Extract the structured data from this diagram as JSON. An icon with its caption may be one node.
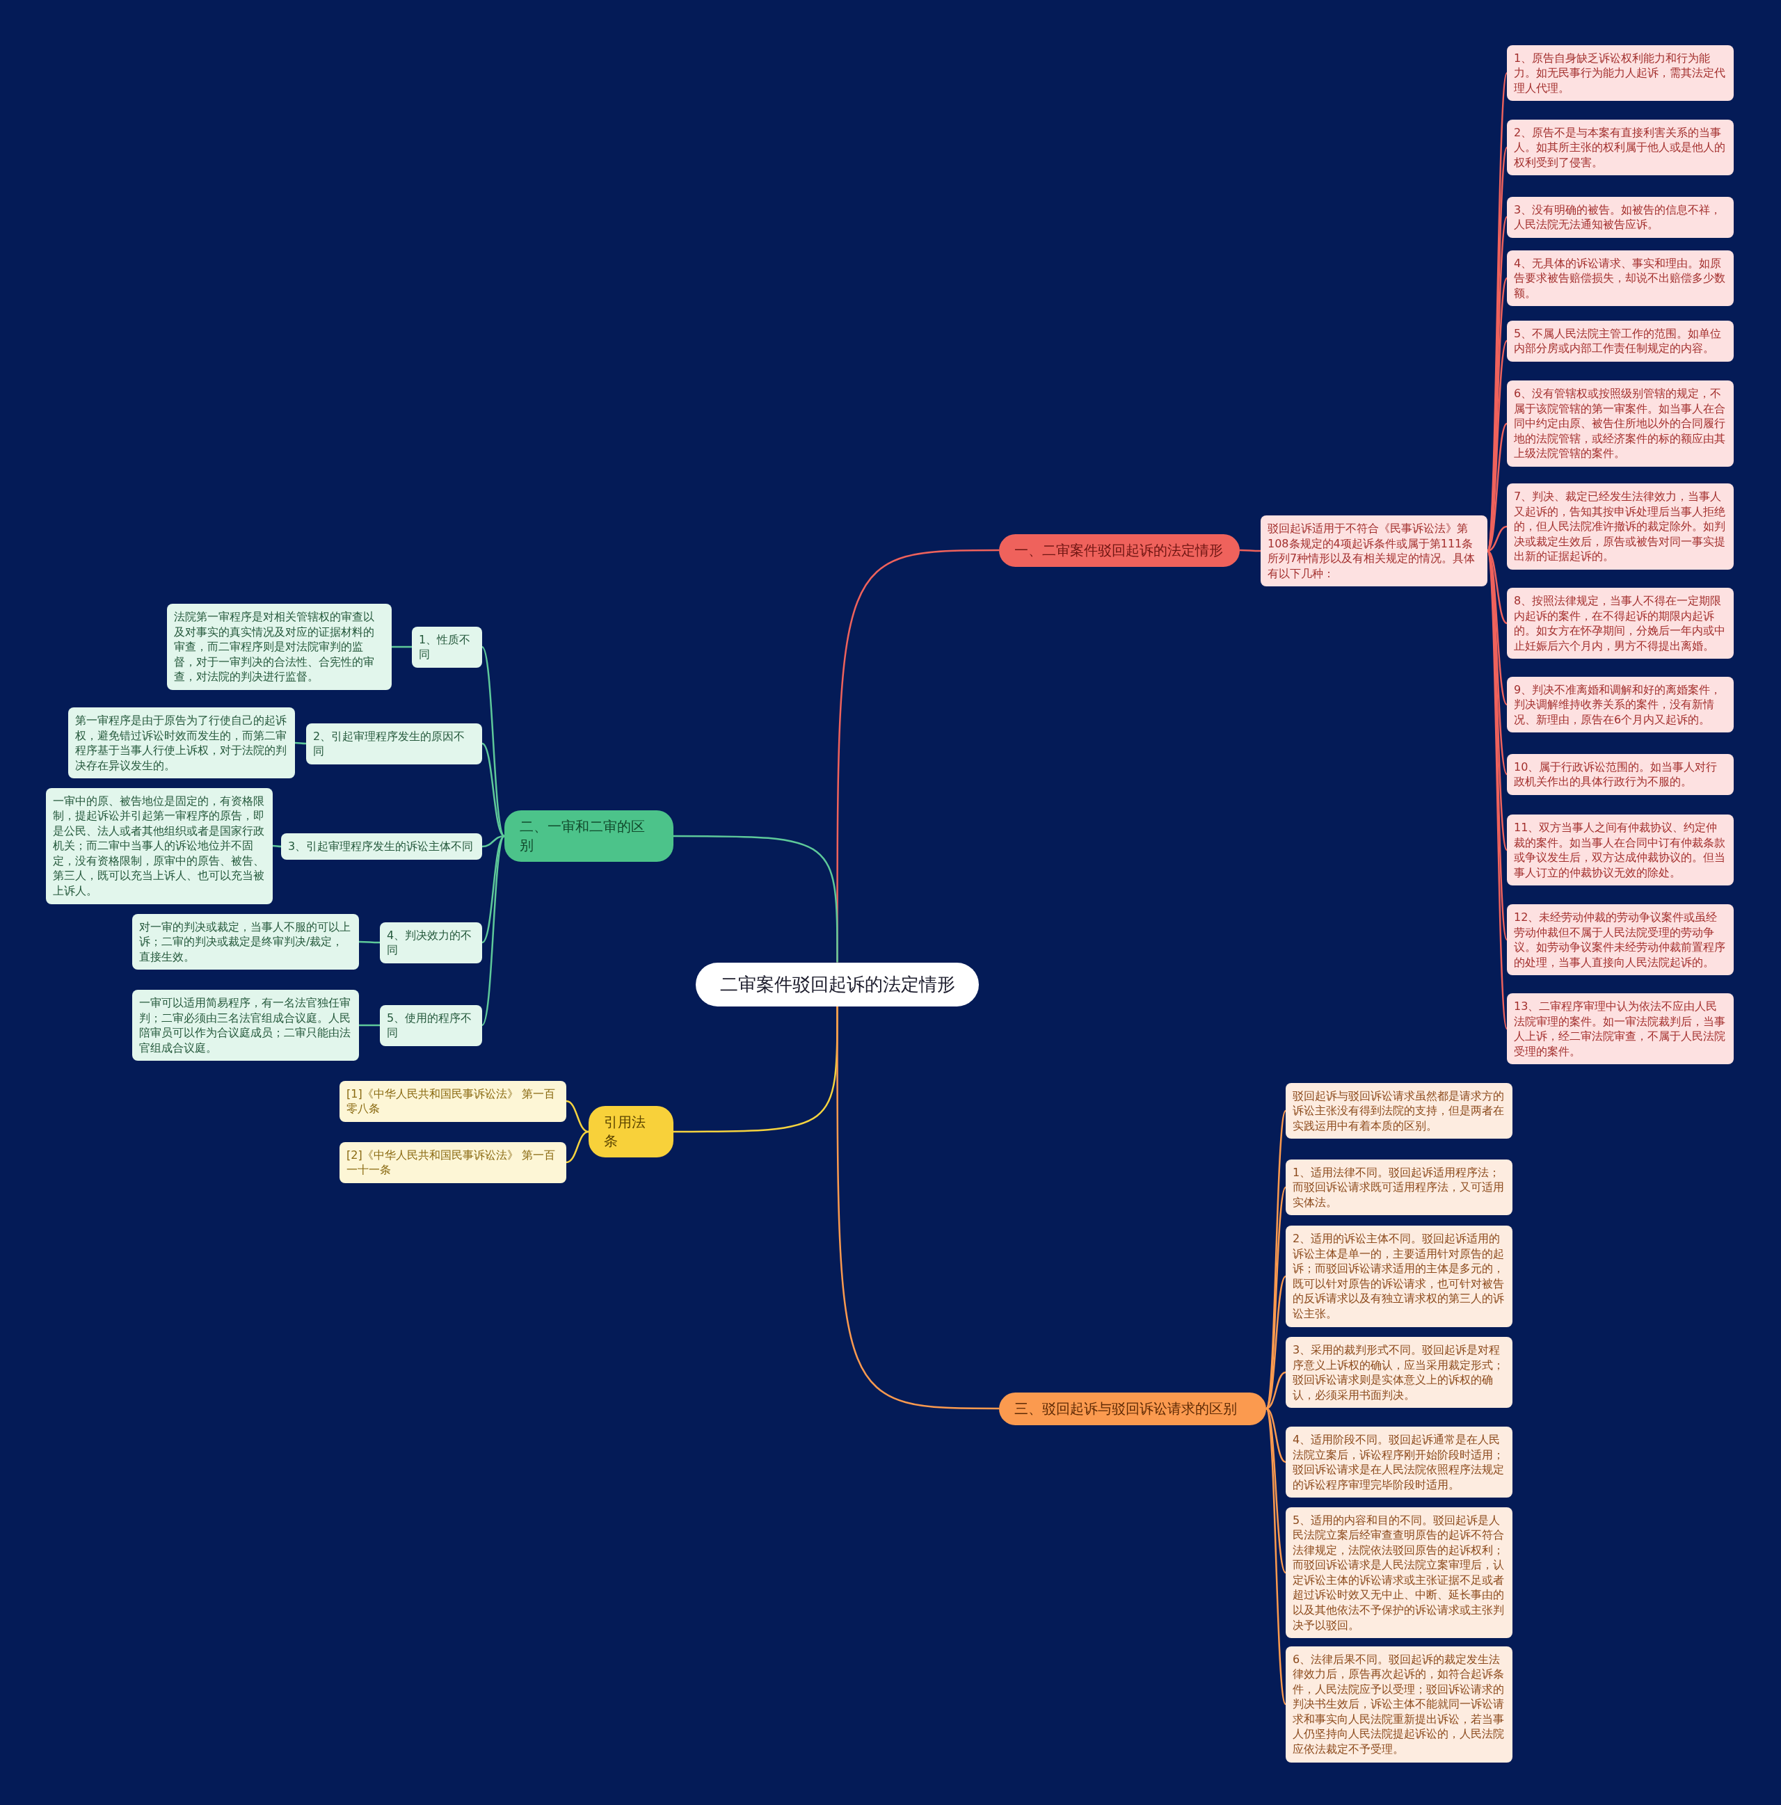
{
  "diagram": {
    "nodes": [
      {
        "text": [
          "二审案件驳回起诉的法定情形"
        ]
      },
      {
        "text": [
          "一、二审案件驳回起诉的法定情形"
        ]
      },
      {
        "text": [
          "驳回起诉适用于不符合《民事诉讼法》第108条规定的4项起诉条件或属于第111条所列7种情形以及有相关规定的情况。具体有以下几种："
        ]
      },
      {
        "text": [
          "1、原告自身缺乏诉讼权利能力和行为能力。如无民事行为能力人起诉，需其法定代理人代理。"
        ]
      },
      {
        "text": [
          "2、原告不是与本案有直接利害关系的当事人。如其所主张的权利属于他人或是他人的权利受到了侵害。"
        ]
      },
      {
        "text": [
          "3、没有明确的被告。如被告的信息不祥，人民法院无法通知被告应诉。"
        ]
      },
      {
        "text": [
          "4、无具体的诉讼请求、事实和理由。如原告要求被告赔偿损失，却说不出赔偿多少数额。"
        ]
      },
      {
        "text": [
          "5、不属人民法院主管工作的范围。如单位内部分房或内部工作责任制规定的内容。"
        ]
      },
      {
        "text": [
          "6、没有管辖权或按照级别管辖的规定，不属于该院管辖的第一审案件。如当事人在合同中约定由原、被告住所地以外的合同履行地的法院管辖，或经济案件的标的额应由其上级法院管辖的案件。"
        ]
      },
      {
        "text": [
          "7、判决、裁定已经发生法律效力，当事人又起诉的，告知其按申诉处理后当事人拒绝的，但人民法院准许撤诉的裁定除外。如判决或裁定生效后，原告或被告对同一事实提出新的证据起诉的。"
        ]
      },
      {
        "text": [
          "8、按照法律规定，当事人不得在一定期限内起诉的案件，在不得起诉的期限内起诉的。如女方在怀孕期间，分娩后一年内或中止妊娠后六个月内，男方不得提出离婚。"
        ]
      },
      {
        "text": [
          "9、判决不准离婚和调解和好的离婚案件，判决调解维持收养关系的案件，没有新情况、新理由，原告在6个月内又起诉的。"
        ]
      },
      {
        "text": [
          "10、属于行政诉讼范围的。如当事人对行政机关作出的具体行政行为不服的。"
        ]
      },
      {
        "text": [
          "11、双方当事人之间有仲裁协议、约定仲裁的案件。如当事人在合同中订有仲裁条款或争议发生后，双方达成仲裁协议的。但当事人订立的仲裁协议无效的除处。"
        ]
      },
      {
        "text": [
          "12、未经劳动仲裁的劳动争议案件或虽经劳动仲裁但不属于人民法院受理的劳动争议。如劳动争议案件未经劳动仲裁前置程序的处理，当事人直接向人民法院起诉的。"
        ]
      },
      {
        "text": [
          "13、二审程序审理中认为依法不应由人民法院审理的案件。如一审法院裁判后，当事人上诉，经二审法院审查，不属于人民法院受理的案件。"
        ]
      },
      {
        "text": [
          "二、一审和二审的区别"
        ]
      },
      {
        "text": [
          "1、性质不同"
        ]
      },
      {
        "text": [
          "法院第一审程序是对相关管辖权的审查以及对事实的真实情况及对应的证据材料的审查，而二审程序则是对法院审判的监督，对于一审判决的合法性、合宪性的审查，对法院的判决进行监督。"
        ]
      },
      {
        "text": [
          "2、引起审理程序发生的原因不同"
        ]
      },
      {
        "text": [
          "第一审程序是由于原告为了行使自己的起诉权，避免错过诉讼时效而发生的，而第二审程序基于当事人行使上诉权，对于法院的判决存在异议发生的。"
        ]
      },
      {
        "text": [
          "3、引起审理程序发生的诉讼主体不同"
        ]
      },
      {
        "text": [
          "一审中的原、被告地位是固定的，有资格限制，提起诉讼并引起第一审程序的原告，即是公民、法人或者其他组织或者是国家行政机关；而二审中当事人的诉讼地位并不固定，没有资格限制，原审中的原告、被告、第三人，既可以充当上诉人、也可以充当被上诉人。"
        ]
      },
      {
        "text": [
          "4、判决效力的不同"
        ]
      },
      {
        "text": [
          "对一审的判决或裁定，当事人不服的可以上诉；二审的判决或裁定是终审判决/裁定，直接生效。"
        ]
      },
      {
        "text": [
          "5、使用的程序不同"
        ]
      },
      {
        "text": [
          "一审可以适用简易程序，有一名法官独任审判；二审必须由三名法官组成合议庭。人民陪审员可以作为合议庭成员；二审只能由法官组成合议庭。"
        ]
      },
      {
        "text": [
          "引用法条"
        ]
      },
      {
        "text": [
          "[1]《中华人民共和国民事诉讼法》 第一百零八条"
        ]
      },
      {
        "text": [
          "[2]《中华人民共和国民事诉讼法》 第一百一十一条"
        ]
      },
      {
        "text": [
          "三、驳回起诉与驳回诉讼请求的区别"
        ]
      },
      {
        "text": [
          "驳回起诉与驳回诉讼请求虽然都是请求方的诉讼主张没有得到法院的支持，但是两者在实践运用中有着本质的区别。"
        ]
      },
      {
        "text": [
          "1、适用法律不同。驳回起诉适用程序法；而驳回诉讼请求既可适用程序法，又可适用实体法。"
        ]
      },
      {
        "text": [
          "2、适用的诉讼主体不同。驳回起诉适用的诉讼主体是单一的，主要适用针对原告的起诉；而驳回诉讼请求适用的主体是多元的，既可以针对原告的诉讼请求，也可针对被告的反诉请求以及有独立请求权的第三人的诉讼主张。"
        ]
      },
      {
        "text": [
          "3、采用的裁判形式不同。驳回起诉是对程序意义上诉权的确认，应当采用裁定形式；驳回诉讼请求则是实体意义上的诉权的确认，必须采用书面判决。"
        ]
      },
      {
        "text": [
          "4、适用阶段不同。驳回起诉通常是在人民法院立案后，诉讼程序刚开始阶段时适用；驳回诉讼请求是在人民法院依照程序法规定的诉讼程序审理完毕阶段时适用。"
        ]
      },
      {
        "text": [
          "5、适用的内容和目的不同。驳回起诉是人民法院立案后经审查查明原告的起诉不符合法律规定，法院依法驳回原告的起诉权利；而驳回诉讼请求是人民法院立案审理后，认定诉讼主体的诉讼请求或主张证据不足或者超过诉讼时效又无中止、中断、延长事由的以及其他依法不予保护的诉讼请求或主张判决予以驳回。"
        ]
      },
      {
        "text": [
          "6、法律后果不同。驳回起诉的裁定发生法律效力后，原告再次起诉的，如符合起诉条件，人民法院应予以受理；驳回诉讼请求的判决书生效后，诉讼主体不能就同一诉讼请求和事实向人民法院重新提出诉讼，若当事人仍坚持向人民法院提起诉讼的，人民法院应依法裁定不予受理。"
        ]
      }
    ],
    "edges": [
      {
        "from": 0,
        "to": 1,
        "arrow": "none"
      },
      {
        "from": 0,
        "to": 16,
        "arrow": "none",
        "color": "#5ec99a"
      },
      {
        "from": 0,
        "to": 27,
        "arrow": "none",
        "color": "#f5d33f"
      },
      {
        "from": 0,
        "to": 30,
        "arrow": "none",
        "color": "#fb9a4f"
      },
      {
        "from": 1,
        "to": 2,
        "arrow": "none"
      },
      {
        "from": 2,
        "to": 3,
        "arrow": "none"
      },
      {
        "from": 2,
        "to": 4,
        "arrow": "none"
      },
      {
        "from": 2,
        "to": 5,
        "arrow": "none"
      },
      {
        "from": 2,
        "to": 6,
        "arrow": "none"
      },
      {
        "from": 2,
        "to": 7,
        "arrow": "none"
      },
      {
        "from": 2,
        "to": 8,
        "arrow": "none"
      },
      {
        "from": 2,
        "to": 9,
        "arrow": "none"
      },
      {
        "from": 2,
        "to": 10,
        "arrow": "none"
      },
      {
        "from": 2,
        "to": 11,
        "arrow": "none"
      },
      {
        "from": 2,
        "to": 12,
        "arrow": "none"
      },
      {
        "from": 2,
        "to": 13,
        "arrow": "none"
      },
      {
        "from": 2,
        "to": 14,
        "arrow": "none"
      },
      {
        "from": 2,
        "to": 15,
        "arrow": "none"
      },
      {
        "from": 16,
        "to": 17,
        "arrow": "none",
        "color": "#5ec99a"
      },
      {
        "from": 16,
        "to": 19,
        "arrow": "none",
        "color": "#5ec99a"
      },
      {
        "from": 16,
        "to": 21,
        "arrow": "none",
        "color": "#5ec99a"
      },
      {
        "from": 16,
        "to": 23,
        "arrow": "none",
        "color": "#5ec99a"
      },
      {
        "from": 16,
        "to": 25,
        "arrow": "none",
        "color": "#5ec99a"
      },
      {
        "from": 17,
        "to": 18,
        "arrow": "none",
        "color": "#5ec99a"
      },
      {
        "from": 19,
        "to": 20,
        "arrow": "none",
        "color": "#5ec99a"
      },
      {
        "from": 21,
        "to": 22,
        "arrow": "none",
        "color": "#5ec99a"
      },
      {
        "from": 23,
        "to": 24,
        "arrow": "none",
        "color": "#5ec99a"
      },
      {
        "from": 25,
        "to": 26,
        "arrow": "none",
        "color": "#5ec99a"
      },
      {
        "from": 27,
        "to": 28,
        "arrow": "none",
        "color": "#f5d33f"
      },
      {
        "from": 27,
        "to": 29,
        "arrow": "none",
        "color": "#f5d33f"
      },
      {
        "from": 30,
        "to": 31,
        "arrow": "none",
        "color": "#fb9a4f"
      },
      {
        "from": 30,
        "to": 32,
        "arrow": "none",
        "color": "#fb9a4f"
      },
      {
        "from": 30,
        "to": 33,
        "arrow": "none",
        "color": "#fb9a4f"
      },
      {
        "from": 30,
        "to": 34,
        "arrow": "none",
        "color": "#fb9a4f"
      },
      {
        "from": 30,
        "to": 35,
        "arrow": "none",
        "color": "#fb9a4f"
      },
      {
        "from": 30,
        "to": 36,
        "arrow": "none",
        "color": "#fb9a4f"
      },
      {
        "from": 30,
        "to": 37,
        "arrow": "none",
        "color": "#fb9a4f"
      }
    ]
  }
}
